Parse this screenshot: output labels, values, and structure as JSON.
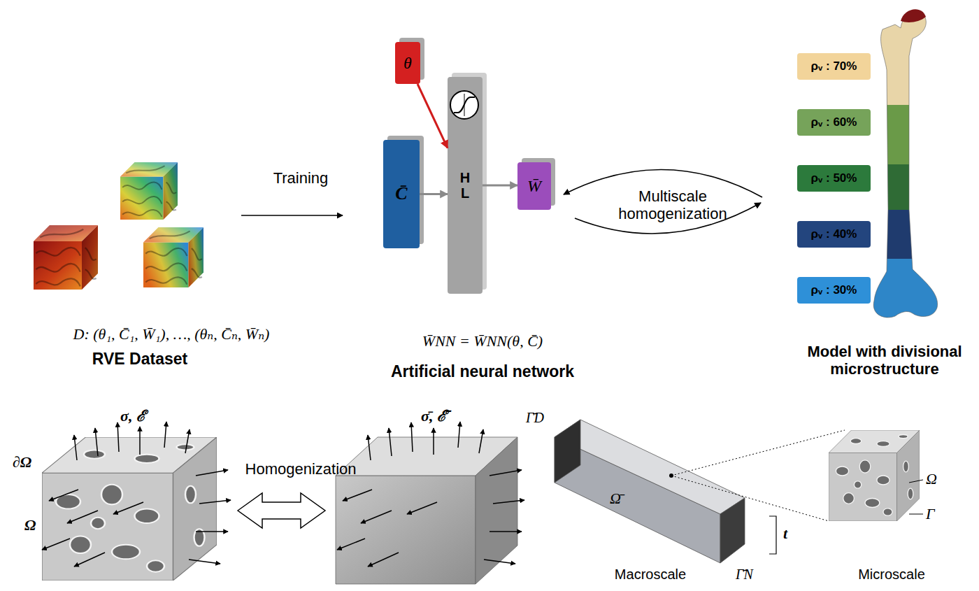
{
  "diagram": {
    "nodes": [
      {
        "text": [
          "θ"
        ]
      },
      {
        "text": [
          "C̄"
        ]
      },
      {
        "text": [
          "H L"
        ]
      },
      {
        "text": [
          "W̄"
        ]
      },
      {
        "text": [
          "ρᵥ : 70%"
        ]
      },
      {
        "text": [
          "ρᵥ : 60%"
        ]
      },
      {
        "text": [
          "ρᵥ : 50%"
        ]
      },
      {
        "text": [
          "ρᵥ : 40%"
        ]
      },
      {
        "text": [
          "ρᵥ : 30%"
        ]
      }
    ],
    "edges": [
      {
        "from": 0,
        "to": 2,
        "arrow": "to"
      },
      {
        "from": 1,
        "to": 2,
        "arrow": "to"
      },
      {
        "from": 2,
        "to": 3,
        "arrow": "to"
      }
    ],
    "labels": [
      "Training",
      "D: (θ₁, C̄₁, W̄₁), …, (θₙ, C̄ₙ, W̄ₙ)",
      "RVE Dataset",
      "W̄NN = W̄NN(θ, C̄)",
      "Artificial neural network",
      "Multiscale homogenization",
      "Model with divisional microstructure",
      "σ, ℰ",
      "∂Ω",
      "Ω",
      "Homogenization",
      "σ̄, ℰ̄",
      "Γ̄D",
      "Ω̄",
      "Γ̄N",
      "t",
      "Macroscale",
      "Microscale",
      "Ω",
      "Γ"
    ]
  }
}
